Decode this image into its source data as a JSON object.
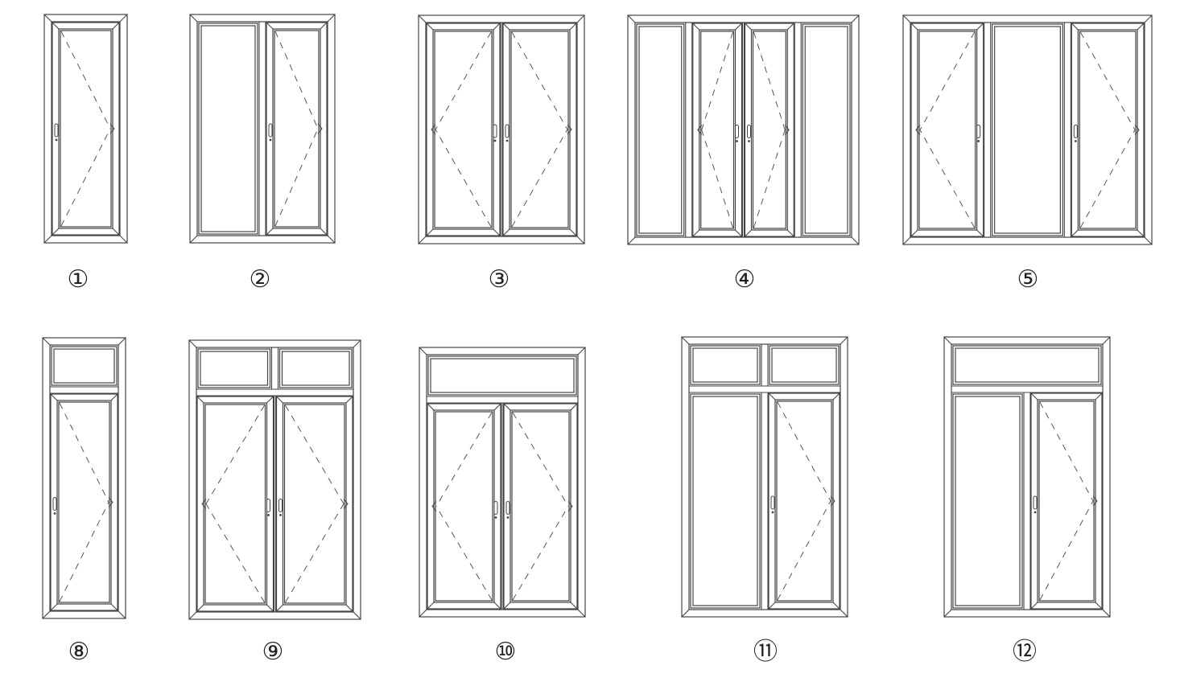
{
  "colors": {
    "line": "#444444",
    "dash": "#555555",
    "background": "#ffffff"
  },
  "windows": [
    {
      "label": "①",
      "transom": 0,
      "panels": [
        "casement-hinge-right"
      ]
    },
    {
      "label": "②",
      "transom": 0,
      "panels": [
        "fixed",
        "casement-hinge-right"
      ]
    },
    {
      "label": "③",
      "transom": 0,
      "panels": [
        "casement-hinge-left",
        "casement-hinge-right"
      ]
    },
    {
      "label": "④",
      "transom": 0,
      "panels": [
        "fixed",
        "casement-hinge-left",
        "casement-hinge-right",
        "fixed"
      ]
    },
    {
      "label": "⑤",
      "transom": 0,
      "panels": [
        "casement-hinge-left",
        "fixed",
        "casement-hinge-right"
      ]
    },
    {
      "label": "⑧",
      "transom": 1,
      "panels": [
        "casement-hinge-right"
      ]
    },
    {
      "label": "⑨",
      "transom": 2,
      "panels": [
        "casement-hinge-left",
        "casement-hinge-right"
      ]
    },
    {
      "label": "⑩",
      "transom": 1,
      "panels": [
        "casement-hinge-left",
        "casement-hinge-right"
      ]
    },
    {
      "label": "⑪",
      "transom": 2,
      "panels": [
        "fixed",
        "casement-hinge-right"
      ]
    },
    {
      "label": "⑫",
      "transom": 1,
      "panels": [
        "fixed",
        "casement-hinge-right"
      ]
    }
  ]
}
